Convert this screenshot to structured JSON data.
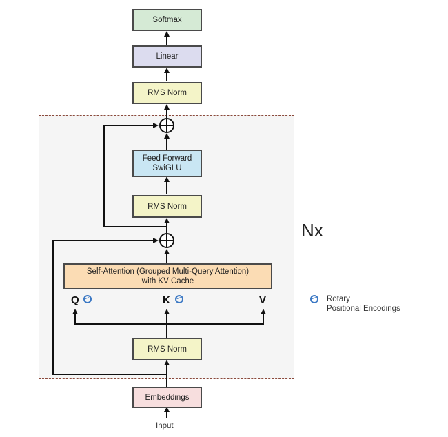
{
  "blocks": {
    "softmax": "Softmax",
    "linear": "Linear",
    "final_norm": "RMS Norm",
    "ffn_line1": "Feed Forward",
    "ffn_line2": "SwiGLU",
    "ffn_norm": "RMS Norm",
    "attention_line1": "Self-Attention (Grouped Multi-Query Attention)",
    "attention_line2": "with KV Cache",
    "attn_norm": "RMS Norm",
    "embeddings": "Embeddings"
  },
  "labels": {
    "repeat": "Nx",
    "q": "Q",
    "k": "K",
    "v": "V",
    "input": "Input"
  },
  "legend": {
    "line1": "Rotary",
    "line2": "Positional Encodings",
    "icon": "rotary-encoding-icon"
  },
  "colors": {
    "softmax": "#d5ead5",
    "linear": "#dcdcef",
    "norm": "#f4f4c8",
    "ffn": "#c9e6f3",
    "attention": "#fbdcb4",
    "embeddings": "#f7dede",
    "frame_border": "#8b4a3c",
    "rotary": "#3b78c4"
  }
}
